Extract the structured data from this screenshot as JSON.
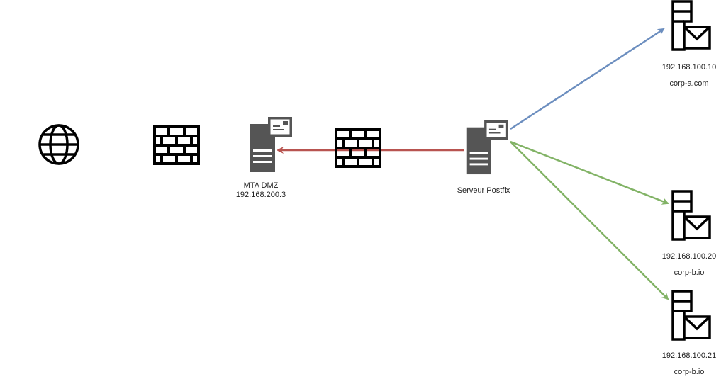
{
  "nodes": {
    "internet": {
      "icon": "globe-icon"
    },
    "firewall_outer": {
      "icon": "firewall-icon"
    },
    "mta_dmz": {
      "icon": "mail-server-icon",
      "name": "MTA DMZ",
      "ip": "192.168.200.3"
    },
    "firewall_inner": {
      "icon": "firewall-icon"
    },
    "postfix": {
      "icon": "mail-server-icon",
      "name": "Serveur Postfix"
    },
    "corp_a": {
      "icon": "mailbox-server-icon",
      "ip": "192.168.100.10",
      "domain": "corp-a.com"
    },
    "corp_b1": {
      "icon": "mailbox-server-icon",
      "ip": "192.168.100.20",
      "domain": "corp-b.io"
    },
    "corp_b2": {
      "icon": "mailbox-server-icon",
      "ip": "192.168.100.21",
      "domain": "corp-b.io"
    }
  },
  "edges": [
    {
      "from": "postfix",
      "to": "mta_dmz",
      "color": "#b85450"
    },
    {
      "from": "postfix",
      "to": "corp_a",
      "color": "#6c8ebf"
    },
    {
      "from": "postfix",
      "to": "corp_b1",
      "color": "#82b366"
    },
    {
      "from": "postfix",
      "to": "corp_b2",
      "color": "#82b366"
    }
  ]
}
